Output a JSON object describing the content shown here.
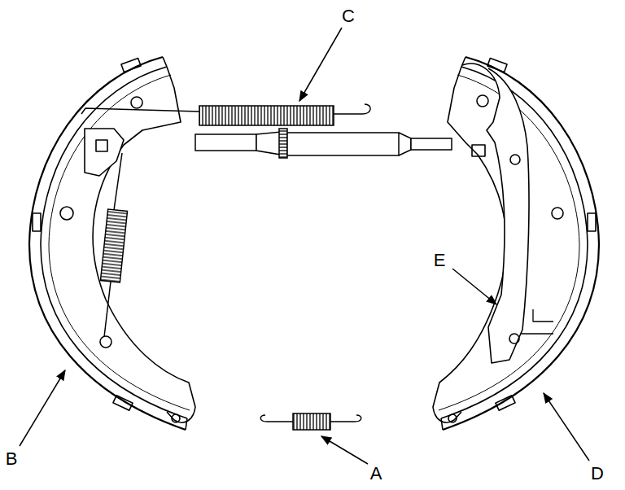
{
  "diagram": {
    "labels": [
      "C",
      "B",
      "A",
      "D",
      "E"
    ]
  }
}
